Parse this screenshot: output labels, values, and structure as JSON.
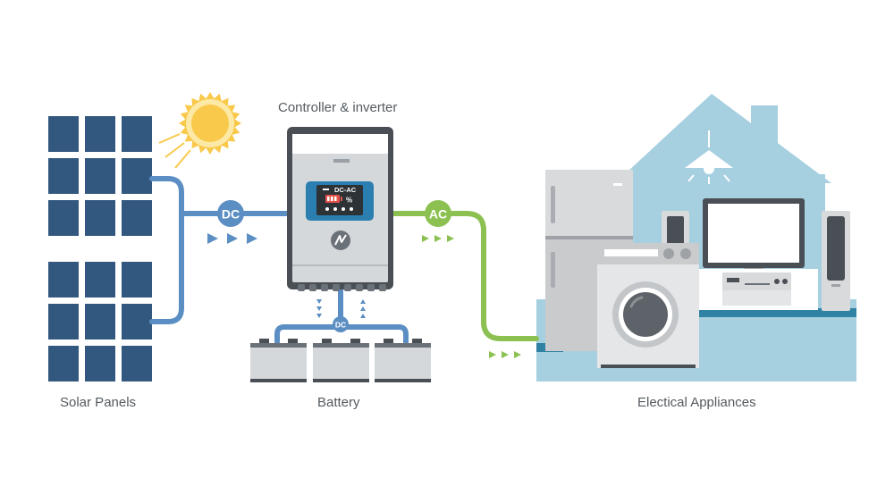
{
  "labels": {
    "solar_panels": "Solar Panels",
    "controller": "Controller & inverter",
    "battery": "Battery",
    "appliances": "Electical Appliances"
  },
  "badges": {
    "dc_main": "DC",
    "ac_main": "AC",
    "dc_battery": "DC"
  },
  "display": {
    "mode": "DC-AC",
    "percent_symbol": "%"
  },
  "colors": {
    "panel": "#33587f",
    "dc_line": "#5b8ec3",
    "ac_line": "#8cc152",
    "house": "#a6cfe0",
    "house_floor": "#2f82a3",
    "sun": "#f9c94b",
    "screen": "#2b7fb0",
    "display_red": "#e4524b",
    "inverter_body": "#4a4f55"
  },
  "icons": {
    "sun": "sun-icon",
    "ceiling_lamp": "lamp-icon",
    "inverter_logo": "lightning-icon",
    "flow_arrow": "triangle-arrow-icon"
  }
}
